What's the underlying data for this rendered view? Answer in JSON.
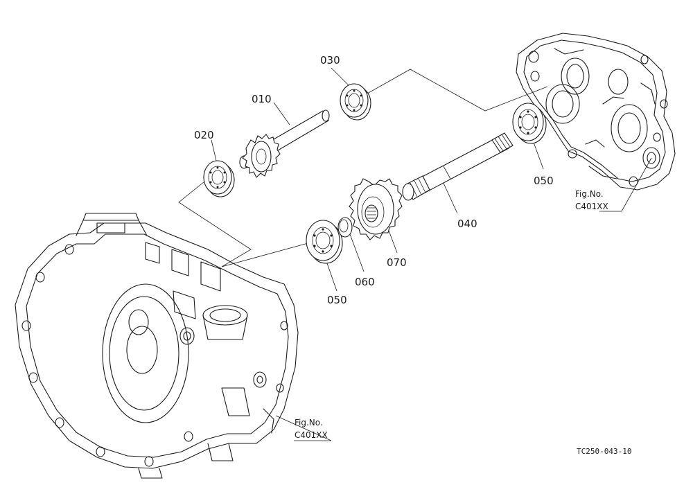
{
  "parts": [
    {
      "id": "010"
    },
    {
      "id": "020"
    },
    {
      "id": "030"
    },
    {
      "id": "040"
    },
    {
      "id": "050"
    },
    {
      "id": "050"
    },
    {
      "id": "060"
    },
    {
      "id": "070"
    }
  ],
  "references": [
    {
      "line1": "Fig.No.",
      "line2": "C401XX"
    },
    {
      "line1": "Fig.No.",
      "line2": "C401XX"
    }
  ],
  "drawing_code": "TC250-043-10"
}
